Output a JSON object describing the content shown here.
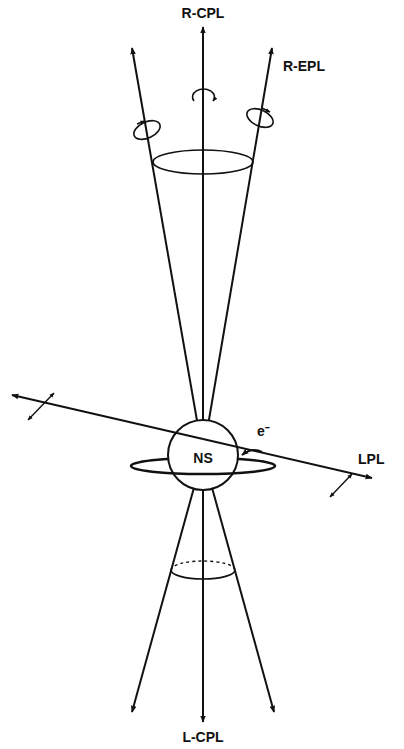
{
  "diagram": {
    "nodes": [
      {
        "text": [
          "NS"
        ]
      }
    ],
    "labels": [
      "R-CPL",
      "R-EPL",
      "e⁻",
      "LPL",
      "L-CPL"
    ]
  }
}
